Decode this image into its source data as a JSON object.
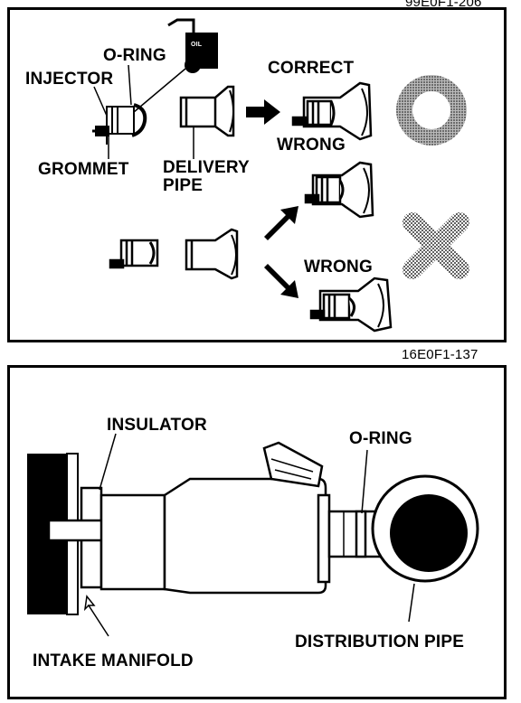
{
  "header_code": "99E0F1-206",
  "panel1": {
    "labels": {
      "oil": "OIL",
      "o_ring": "O-RING",
      "injector": "INJECTOR",
      "correct": "CORRECT",
      "wrong_upper": "WRONG",
      "grommet": "GROMMET",
      "delivery_pipe_line1": "DELIVERY",
      "delivery_pipe_line2": "PIPE",
      "wrong_lower": "WRONG"
    },
    "figure_code": "16E0F1-137"
  },
  "panel2": {
    "labels": {
      "insulator": "INSULATOR",
      "o_ring": "O-RING",
      "distribution_pipe": "DISTRIBUTION PIPE",
      "intake_manifold": "INTAKE MANIFOLD"
    }
  },
  "colors": {
    "ink": "#000000",
    "paper": "#ffffff",
    "halftone": "#8a8a8a"
  }
}
